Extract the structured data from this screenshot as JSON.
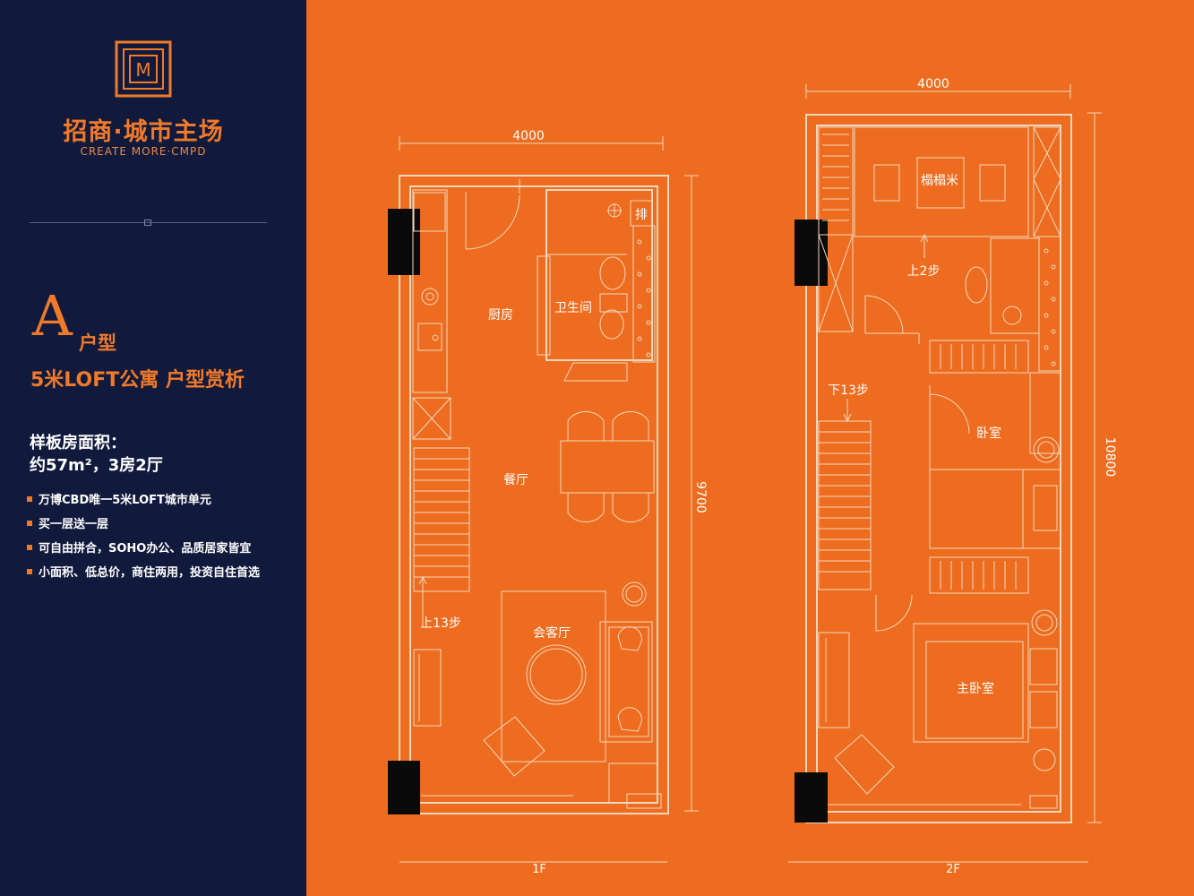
{
  "brand": {
    "logo_letter": "M",
    "name_cn": "招商·城市主场",
    "name_en": "CREATE MORE·CMPD"
  },
  "unit": {
    "type_letter": "A",
    "type_suffix": "户型",
    "subtitle": "5米LOFT公寓  户型赏析",
    "area_label": "样板房面积：",
    "area_value": "约57m²，3房2厅",
    "features": [
      "万博CBD唯一5米LOFT城市单元",
      "买一层送一层",
      "可自由拼合，SOHO办公、品质居家皆宜",
      "小面积、低总价，商住两用，投资自住首选"
    ]
  },
  "floor1": {
    "label": "1F",
    "width_dim": "4000",
    "height_dim": "9700",
    "rooms": {
      "kitchen": "厨房",
      "bathroom": "卫生间",
      "exhaust": "排",
      "dining": "餐厅",
      "living": "会客厅",
      "stairs_up": "上13步"
    }
  },
  "floor2": {
    "label": "2F",
    "width_dim": "4000",
    "height_dim": "10800",
    "rooms": {
      "tatami": "榻榻米",
      "steps_up": "上2步",
      "stairs_down": "下13步",
      "bedroom": "卧室",
      "master_bedroom": "主卧室"
    }
  },
  "colors": {
    "background": "#ed6c1f",
    "sidebar": "#111a3c",
    "accent": "#f07a2a",
    "line": "#f3d7bd"
  }
}
